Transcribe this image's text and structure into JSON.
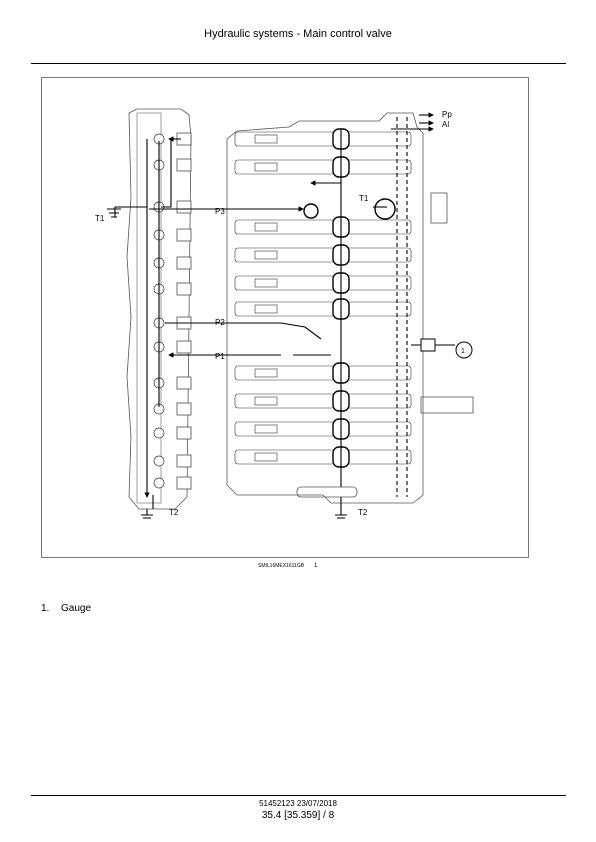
{
  "header": {
    "title": "Hydraulic systems - Main control valve"
  },
  "figure": {
    "id_code": "SMIL16MEX1611GB",
    "number": "1",
    "labels": {
      "t1_left": "T1",
      "t1_mid": "T1",
      "p3": "P3",
      "p2": "P2",
      "p1": "P1",
      "pp": "Pp",
      "al": "Al",
      "t2_left": "T2",
      "t2_right": "T2",
      "callout": "1"
    }
  },
  "legend": {
    "items": [
      {
        "number": "1.",
        "text": "Gauge"
      }
    ]
  },
  "footer": {
    "doc_ref": "51452123 23/07/2018",
    "page_ref": "35.4 [35.359] / 8"
  }
}
